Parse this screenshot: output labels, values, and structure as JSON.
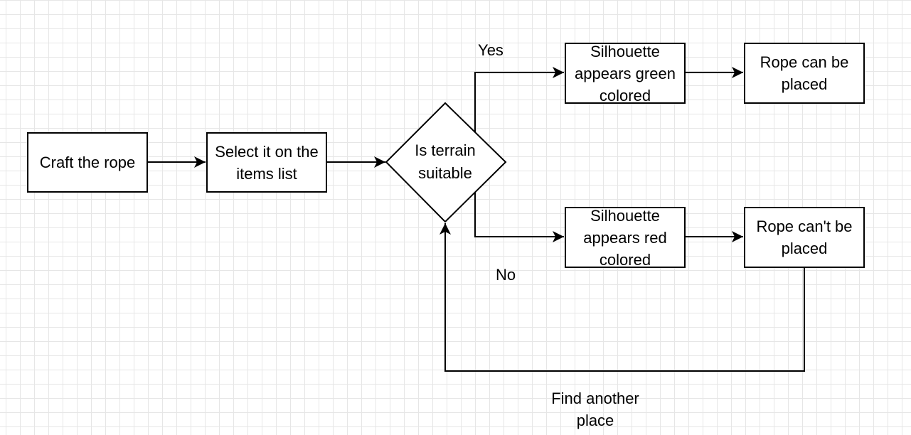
{
  "nodes": {
    "craft": "Craft the rope",
    "select": "Select it on the items list",
    "decision": "Is terrain suitable",
    "green": "Silhouette appears green colored",
    "placed": "Rope can be placed",
    "red": "Silhouette appears red colored",
    "not_placed": "Rope can't be placed"
  },
  "edges": {
    "yes": "Yes",
    "no": "No",
    "retry": "Find another place"
  }
}
